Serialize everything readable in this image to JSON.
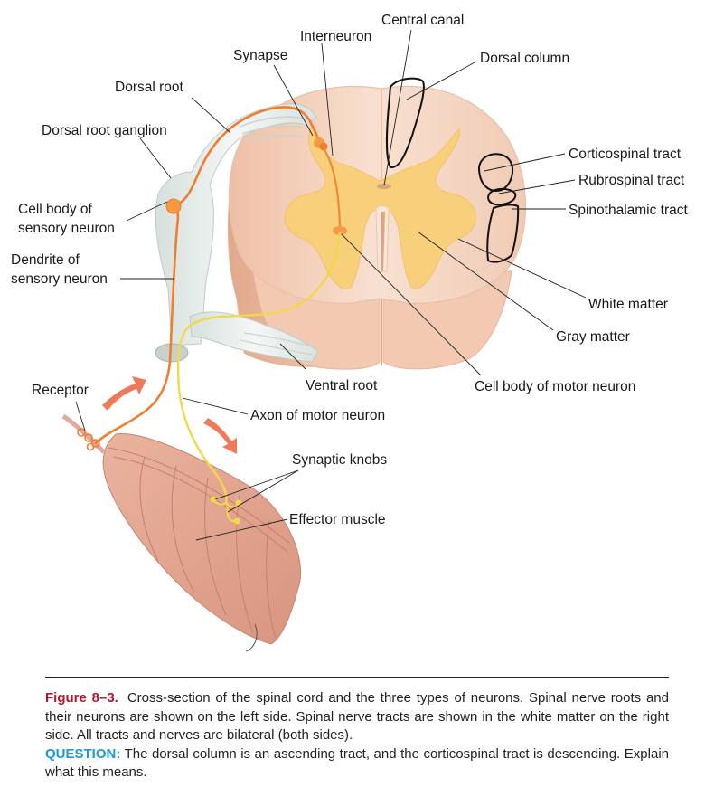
{
  "figure": {
    "labels": {
      "central_canal": "Central canal",
      "interneuron": "Interneuron",
      "synapse": "Synapse",
      "dorsal_column": "Dorsal column",
      "dorsal_root": "Dorsal root",
      "dorsal_root_ganglion": "Dorsal root ganglion",
      "corticospinal_tract": "Corticospinal tract",
      "rubrospinal_tract": "Rubrospinal tract",
      "spinothalamic_tract": "Spinothalamic tract",
      "cell_body_sensory_1": "Cell body of",
      "cell_body_sensory_2": "sensory neuron",
      "dendrite_sensory_1": "Dendrite of",
      "dendrite_sensory_2": "sensory neuron",
      "white_matter": "White matter",
      "gray_matter": "Gray matter",
      "receptor": "Receptor",
      "ventral_root": "Ventral root",
      "cell_body_motor": "Cell body of motor neuron",
      "axon_motor": "Axon of motor neuron",
      "synaptic_knobs": "Synaptic knobs",
      "effector_muscle": "Effector muscle"
    },
    "colors": {
      "white_matter": "#f6d9c6",
      "gray_matter": "#f8cf7a",
      "sensory_neuron": "#f07e2e",
      "motor_neuron": "#f2d84a",
      "muscle": "#e8a690",
      "arrow": "#ee7a5a",
      "nerve_sheath": "#e4ebe8"
    }
  },
  "caption": {
    "figure_number": "Figure 8–3.",
    "text": "Cross-section of the spinal cord and the three types of neurons. Spinal nerve roots and their neurons are shown on the left side. Spinal nerve tracts are shown in the white matter on the right side. All tracts and nerves are bilateral (both sides).",
    "question_label": "QUESTION:",
    "question_text": "The dorsal column is an ascending tract, and the corticospinal tract is descending. Explain what this means."
  }
}
